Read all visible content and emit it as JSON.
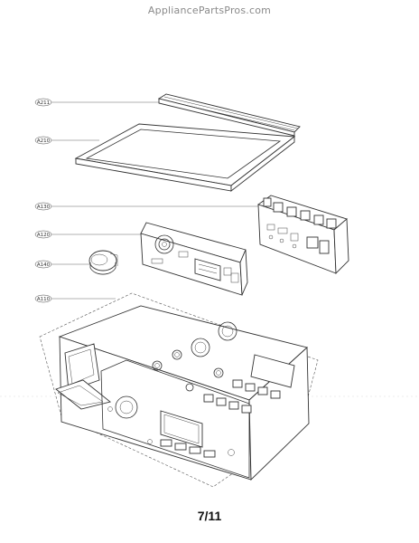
{
  "watermark": "AppliancePartsPros.com",
  "page_number": "7/11",
  "callouts": [
    {
      "id": "A211"
    },
    {
      "id": "A210"
    },
    {
      "id": "A130"
    },
    {
      "id": "A120"
    },
    {
      "id": "A140"
    },
    {
      "id": "A110"
    }
  ]
}
